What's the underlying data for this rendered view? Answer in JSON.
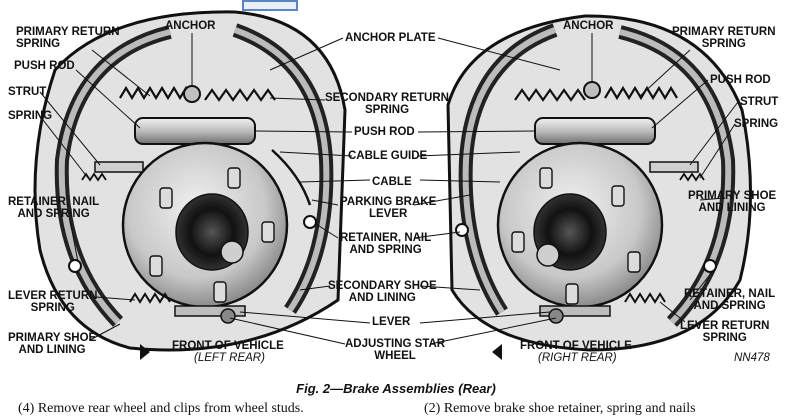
{
  "figure": {
    "caption": "Fig. 2—Brake Assemblies (Rear)",
    "code": "NN478"
  },
  "left_assembly": {
    "labels": {
      "primary_return_spring": "PRIMARY RETURN\nSPRING",
      "push_rod": "PUSH ROD",
      "strut": "STRUT",
      "spring": "SPRING",
      "retainer_nail_and_spring": "RETAINER, NAIL\nAND SPRING",
      "lever_return_spring": "LEVER RETURN\nSPRING",
      "primary_shoe_and_lining": "PRIMARY SHOE\nAND LINING",
      "front_of_vehicle": "FRONT OF VEHICLE",
      "position": "(LEFT REAR)"
    }
  },
  "center_labels": {
    "anchor": "ANCHOR",
    "anchor_plate": "ANCHOR PLATE",
    "secondary_return_spring": "SECONDARY RETURN\nSPRING",
    "push_rod": "PUSH ROD",
    "cable_guide": "CABLE GUIDE",
    "cable": "CABLE",
    "parking_brake_lever": "PARKING BRAKE\nLEVER",
    "retainer_nail_and_spring": "RETAINER, NAIL\nAND SPRING",
    "secondary_shoe_and_lining": "SECONDARY SHOE\nAND LINING",
    "lever": "LEVER",
    "adjusting_star_wheel": "ADJUSTING STAR\nWHEEL"
  },
  "right_assembly": {
    "labels": {
      "anchor": "ANCHOR",
      "primary_return_spring": "PRIMARY RETURN\nSPRING",
      "push_rod": "PUSH ROD",
      "strut": "STRUT",
      "spring": "SPRING",
      "primary_shoe_and_lining": "PRIMARY SHOE\nAND LINING",
      "retainer_nail_and_spring": "RETAINER, NAIL\nAND SPRING",
      "lever_return_spring": "LEVER RETURN\nSPRING",
      "front_of_vehicle": "FRONT OF VEHICLE",
      "position": "(RIGHT REAR)"
    }
  },
  "body_text": {
    "left_column": "(4) Remove rear wheel and clips from wheel studs.",
    "right_column": "(2) Remove brake shoe retainer, spring and nails"
  },
  "colors": {
    "ink": "#111111",
    "paper": "#ffffff",
    "metal_light": "#d9d9d9",
    "metal_mid": "#9a9a9a",
    "metal_dark": "#3a3a3a",
    "scan_tab_border": "#5b86c4"
  }
}
